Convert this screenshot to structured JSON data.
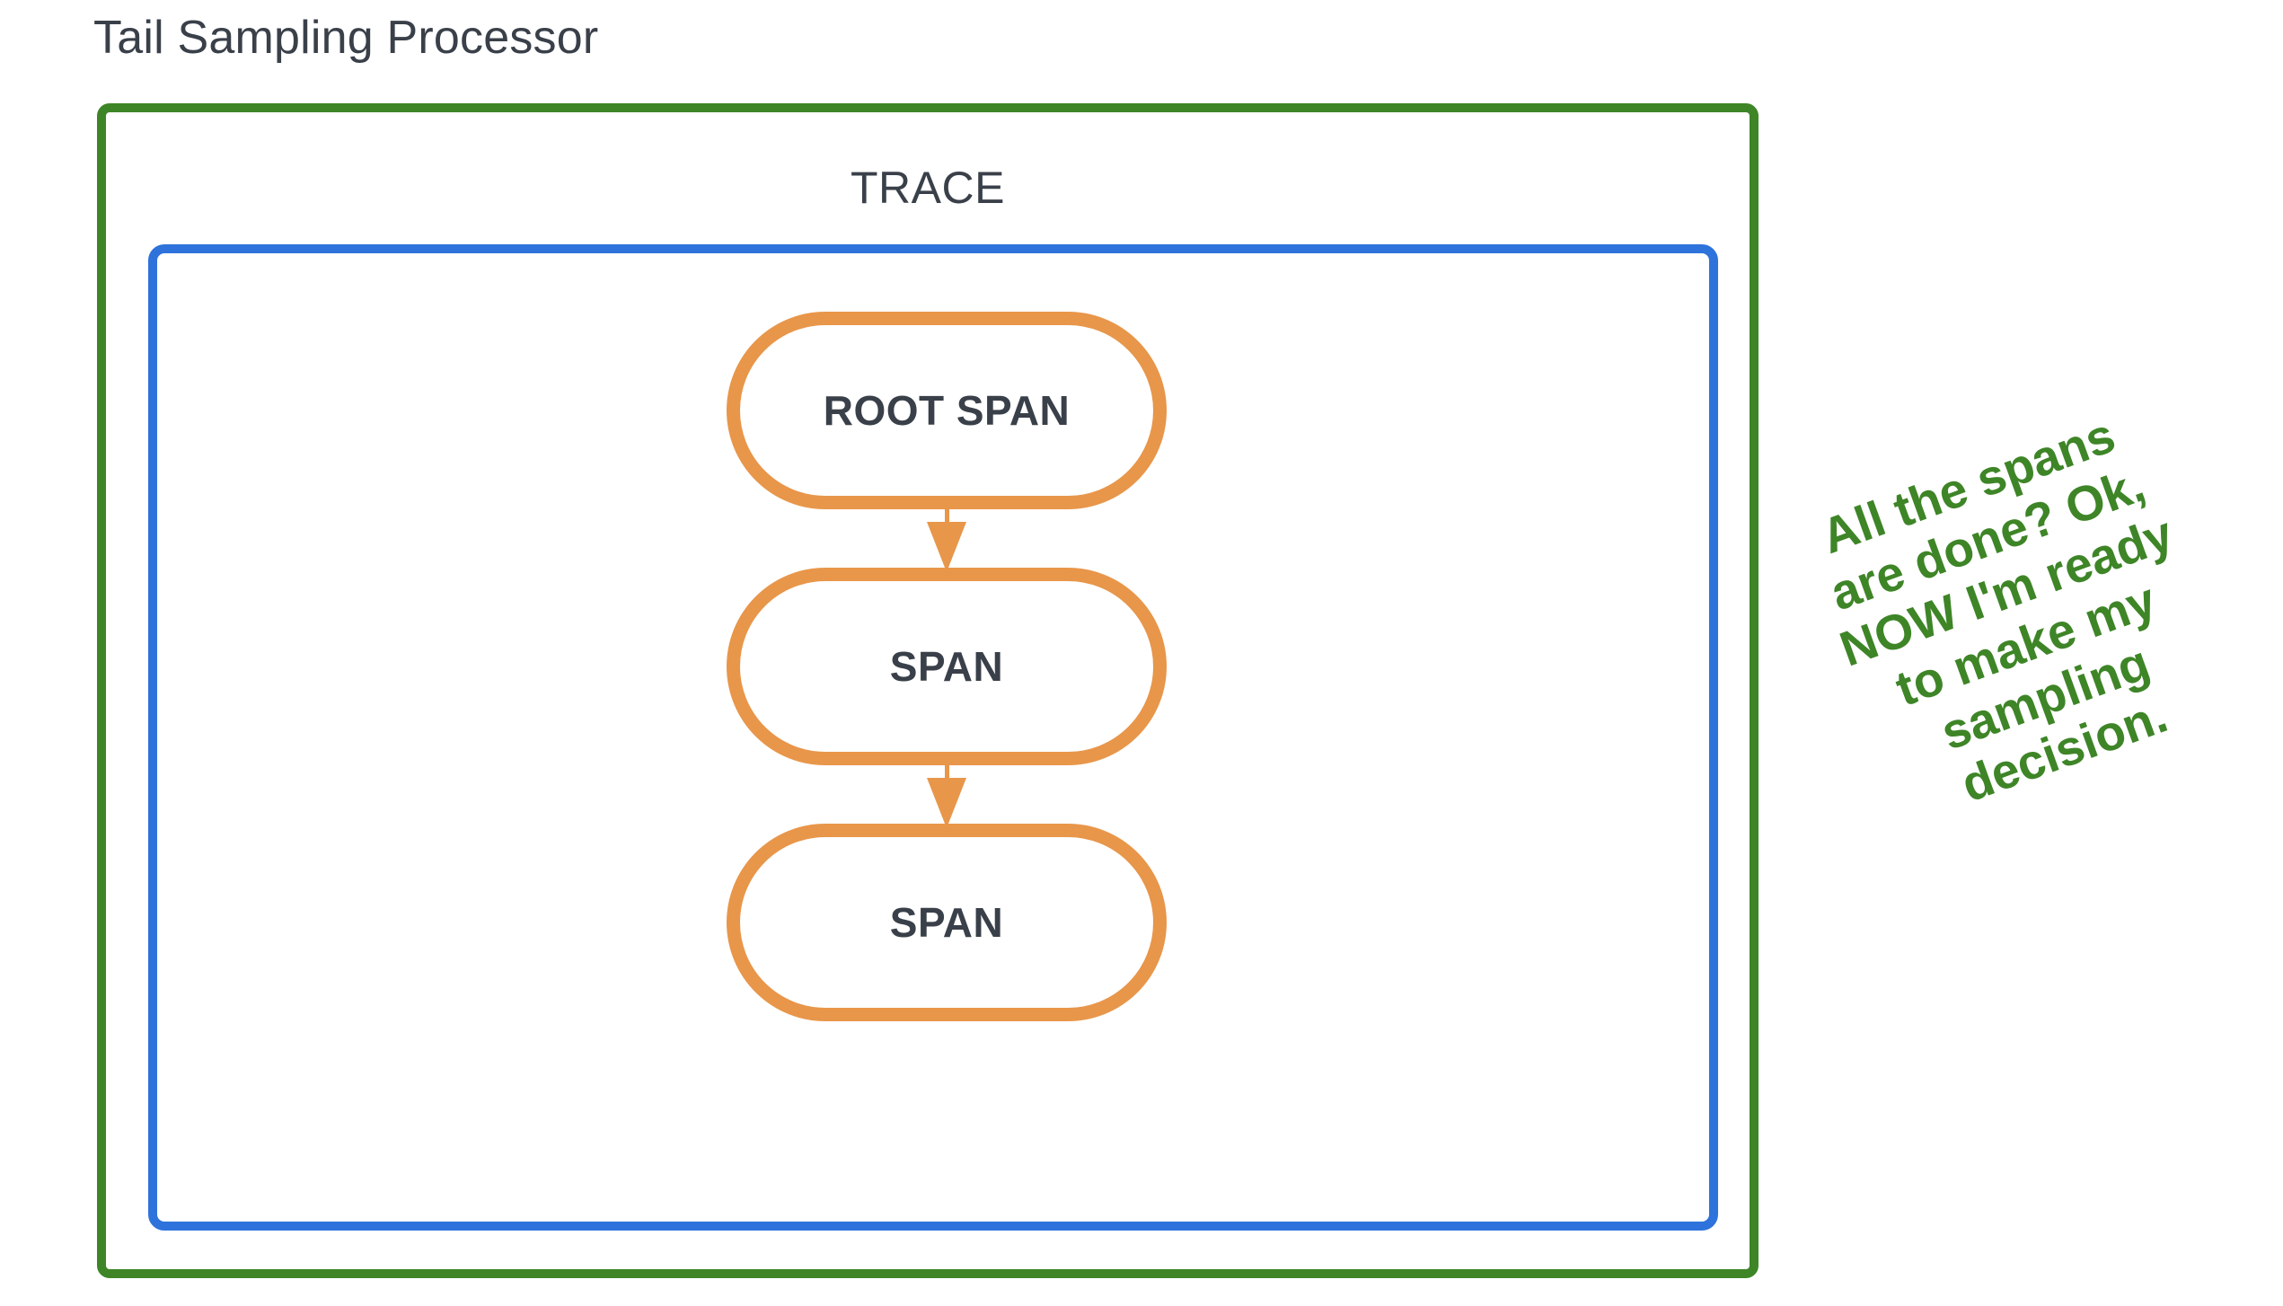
{
  "diagram": {
    "title": "Tail Sampling Processor",
    "trace_label": "TRACE",
    "annotation": "All the spans\nare done? Ok,\nNOW I'm ready\nto make my\nsampling\ndecision.",
    "spans": [
      {
        "label": "ROOT SPAN"
      },
      {
        "label": "SPAN"
      },
      {
        "label": "SPAN"
      }
    ],
    "colors": {
      "outer_border": "#3e8527",
      "trace_border": "#2e73db",
      "span_border": "#e8964a",
      "text": "#3a4049",
      "annotation_text": "#3e8527",
      "background": "#ffffff"
    }
  }
}
